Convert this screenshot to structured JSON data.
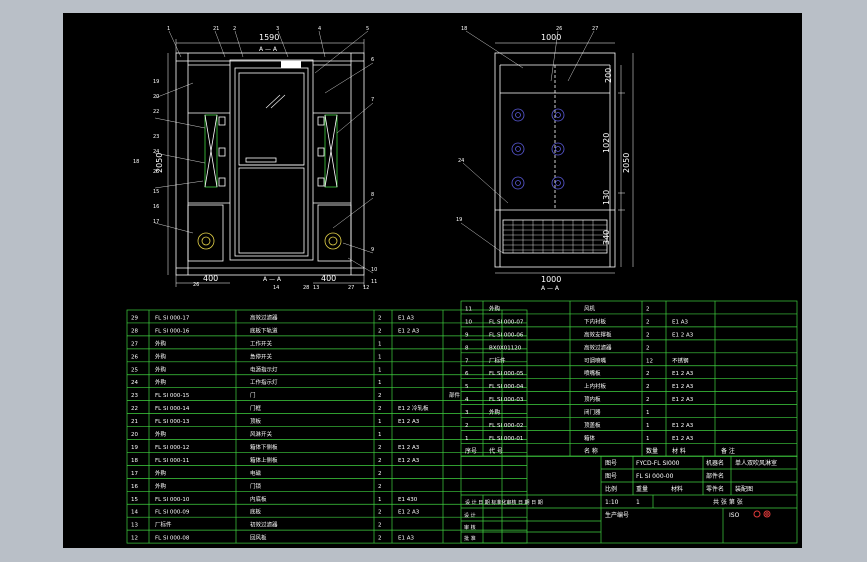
{
  "drawing": {
    "front_view": {
      "width_top": "1590",
      "height": "2050",
      "section_mark_top": "A — A",
      "bottom_left": "400",
      "bottom_right": "400",
      "section_mark_bottom": "A — A",
      "balloons": [
        "1",
        "21",
        "2",
        "3",
        "4",
        "5",
        "6",
        "7",
        "8",
        "9",
        "10",
        "11",
        "12",
        "13",
        "14",
        "15",
        "16",
        "17",
        "18",
        "19",
        "20",
        "22",
        "23",
        "24",
        "25",
        "26",
        "27",
        "28"
      ]
    },
    "side_view": {
      "width_top": "1000",
      "height": "2050",
      "dim_200": "200",
      "dim_1020": "1020",
      "dim_130": "130",
      "dim_340": "340",
      "width_bottom": "1000",
      "section_mark": "A — A",
      "balloons": [
        "18",
        "26",
        "27",
        "24",
        "19"
      ]
    }
  },
  "bom_left": [
    {
      "no": "29",
      "code": "FL SI 000-17",
      "name": "高效过滤器",
      "qty": "2",
      "mat": "E1 A3",
      "note": ""
    },
    {
      "no": "28",
      "code": "FL SI 000-16",
      "name": "底板下轨道",
      "qty": "2",
      "mat": "E1 2 A3",
      "note": ""
    },
    {
      "no": "27",
      "code": "外购",
      "name": "工作开关",
      "qty": "1",
      "mat": "",
      "note": ""
    },
    {
      "no": "26",
      "code": "外购",
      "name": "急停开关",
      "qty": "1",
      "mat": "",
      "note": ""
    },
    {
      "no": "25",
      "code": "外购",
      "name": "电源指示灯",
      "qty": "1",
      "mat": "",
      "note": ""
    },
    {
      "no": "24",
      "code": "外购",
      "name": "工作指示灯",
      "qty": "1",
      "mat": "",
      "note": ""
    },
    {
      "no": "23",
      "code": "FL SI 000-15",
      "name": "门",
      "qty": "2",
      "mat": "",
      "note": "部件"
    },
    {
      "no": "22",
      "code": "FL SI 000-14",
      "name": "门框",
      "qty": "2",
      "mat": "E1 2 冷轧板",
      "note": ""
    },
    {
      "no": "21",
      "code": "FL SI 000-13",
      "name": "顶板",
      "qty": "1",
      "mat": "E1 2 A3",
      "note": ""
    },
    {
      "no": "20",
      "code": "外购",
      "name": "风淋开关",
      "qty": "1",
      "mat": "",
      "note": ""
    },
    {
      "no": "19",
      "code": "FL SI 000-12",
      "name": "箱体下侧板",
      "qty": "2",
      "mat": "E1 2 A3",
      "note": ""
    },
    {
      "no": "18",
      "code": "FL SI 000-11",
      "name": "箱体上侧板",
      "qty": "2",
      "mat": "E1 2 A3",
      "note": ""
    },
    {
      "no": "17",
      "code": "外购",
      "name": "电磁",
      "qty": "2",
      "mat": "",
      "note": ""
    },
    {
      "no": "16",
      "code": "外购",
      "name": "门锁",
      "qty": "2",
      "mat": "",
      "note": ""
    },
    {
      "no": "15",
      "code": "FL SI 000-10",
      "name": "内底板",
      "qty": "1",
      "mat": "E1 430",
      "note": ""
    },
    {
      "no": "14",
      "code": "FL SI 000-09",
      "name": "底板",
      "qty": "2",
      "mat": "E1 2 A3",
      "note": ""
    },
    {
      "no": "13",
      "code": "厂标件",
      "name": "初效过滤器",
      "qty": "2",
      "mat": "",
      "note": ""
    },
    {
      "no": "12",
      "code": "FL SI 000-08",
      "name": "回风板",
      "qty": "2",
      "mat": "E1 A3",
      "note": ""
    }
  ],
  "bom_right": [
    {
      "no": "11",
      "code": "外购",
      "name": "风机",
      "qty": "2",
      "mat": "",
      "note": ""
    },
    {
      "no": "10",
      "code": "FL SI 000-07",
      "name": "下内衬板",
      "qty": "2",
      "mat": "E1 A3",
      "note": ""
    },
    {
      "no": "9",
      "code": "FL SI 000-06",
      "name": "高效支撑板",
      "qty": "2",
      "mat": "E1 2 A3",
      "note": ""
    },
    {
      "no": "8",
      "code": "BX0X01120",
      "name": "高效过滤器",
      "qty": "2",
      "mat": "",
      "note": ""
    },
    {
      "no": "7",
      "code": "厂标件",
      "name": "可调喷嘴",
      "qty": "12",
      "mat": "不锈钢",
      "note": ""
    },
    {
      "no": "6",
      "code": "FL SI 000-05",
      "name": "喷嘴板",
      "qty": "2",
      "mat": "E1 2 A3",
      "note": ""
    },
    {
      "no": "5",
      "code": "FL SI 000-04",
      "name": "上内衬板",
      "qty": "2",
      "mat": "E1 2 A3",
      "note": ""
    },
    {
      "no": "4",
      "code": "FL SI 000-03",
      "name": "顶内板",
      "qty": "2",
      "mat": "E1 2 A3",
      "note": ""
    },
    {
      "no": "3",
      "code": "外购",
      "name": "闭门器",
      "qty": "1",
      "mat": "",
      "note": ""
    },
    {
      "no": "2",
      "code": "FL SI 000-02",
      "name": "顶盖板",
      "qty": "1",
      "mat": "E1 2 A3",
      "note": ""
    },
    {
      "no": "1",
      "code": "FL SI 000-01",
      "name": "箱体",
      "qty": "1",
      "mat": "E1 2 A3",
      "note": ""
    }
  ],
  "bom_header": {
    "no": "序号",
    "code": "代  号",
    "name": "名  称",
    "qty": "数量",
    "mat": "材  料",
    "note": "备  注"
  },
  "title_block": {
    "label_code": "图号",
    "code": "FYCD-FL SI000",
    "label_drawing": "图号",
    "drawing_no": "FL SI 000-00",
    "label_machine": "机器名",
    "machine": "单人双吹风淋室",
    "label_part": "部件名",
    "part": "",
    "label_scale": "比例",
    "label_weight": "重量",
    "label_material": "材料",
    "label_piece": "零件名",
    "piece": "装配图",
    "scale": "1:10",
    "sheet1": "1",
    "sheet_of": "共    张    第    张",
    "label_prod": "生产编号",
    "label_design": "设 计",
    "label_check": "审 核",
    "label_approve": "批 准",
    "design_row": "设 计    日 期    标准化审核    日 期    日 期",
    "std": "ISO"
  }
}
